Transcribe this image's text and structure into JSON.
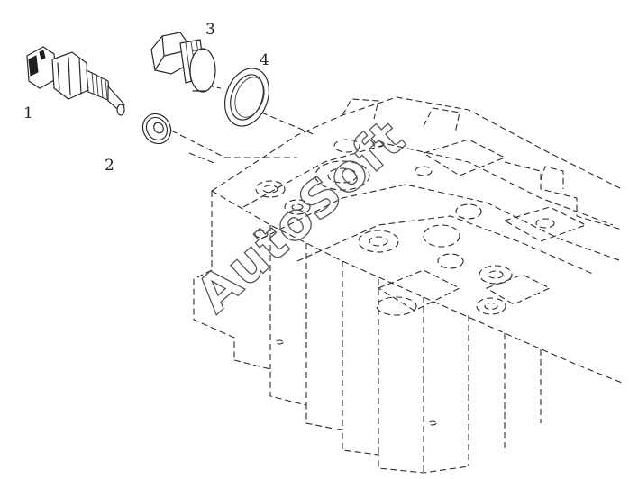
{
  "callouts": {
    "c1": "1",
    "c2": "2",
    "c3": "3",
    "c4": "4"
  },
  "watermark": "AutoSoft",
  "colors": {
    "line": "#2a2a2a",
    "background": "#ffffff"
  }
}
